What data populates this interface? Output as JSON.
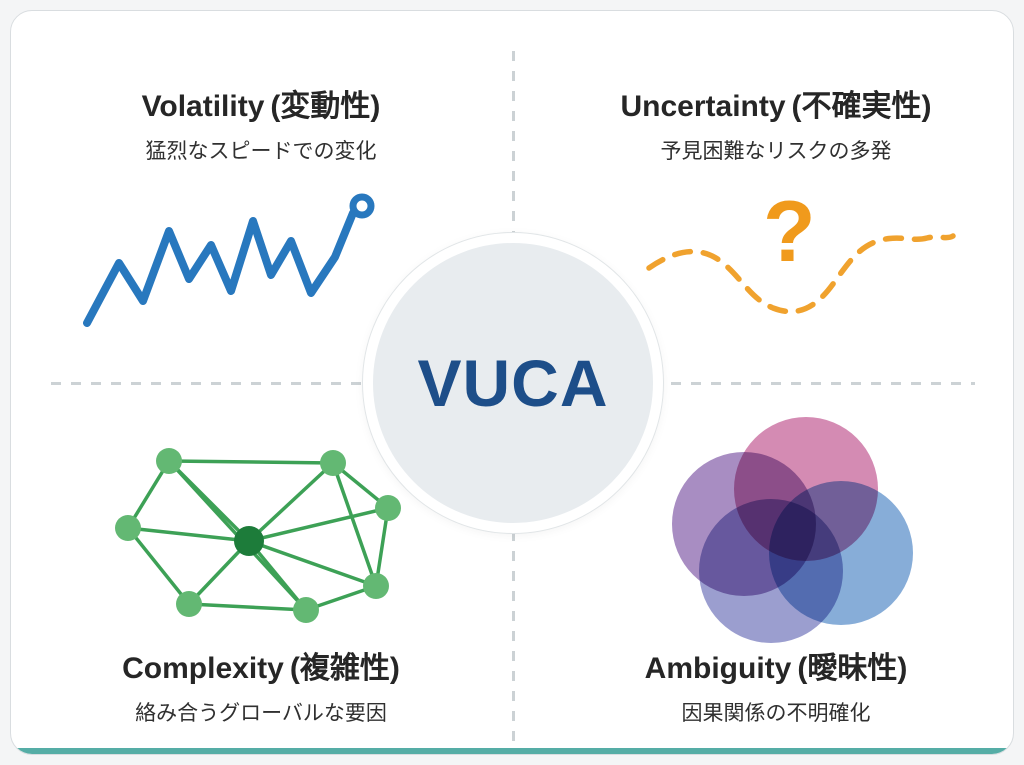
{
  "diagram": {
    "center_label": "VUCA"
  },
  "quadrants": [
    {
      "id": "volatility",
      "title_en": "Volatility",
      "title_jp": "(変動性)",
      "subtitle": "猛烈なスピードでの変化"
    },
    {
      "id": "uncertainty",
      "title_en": "Uncertainty",
      "title_jp": "(不確実性)",
      "subtitle": "予見困難なリスクの多発"
    },
    {
      "id": "complexity",
      "title_en": "Complexity",
      "title_jp": "(複雑性)",
      "subtitle": "絡み合うグローバルな要因"
    },
    {
      "id": "ambiguity",
      "title_en": "Ambiguity",
      "title_jp": "(曖昧性)",
      "subtitle": "因果関係の不明確化"
    }
  ],
  "icons": {
    "question_mark": "?",
    "volatility": "line-chart-icon",
    "uncertainty": "question-dashed-wave-icon",
    "complexity": "network-graph-icon",
    "ambiguity": "overlapping-circles-icon"
  },
  "colors": {
    "center_text": "#1d4e89",
    "volatility_line": "#2878be",
    "uncertainty_orange": "#f0a22e",
    "complexity_green": "#3da156",
    "complexity_node_light": "#63b873",
    "complexity_node_dark": "#1d7c3a",
    "ambiguity_pink": "#c0548f",
    "ambiguity_purple": "#7e57a5",
    "ambiguity_blue": "#4e86c6",
    "divider": "#ccd2d5",
    "bottom_accent": "#43a49c",
    "circle_fill": "#e8ecef"
  }
}
